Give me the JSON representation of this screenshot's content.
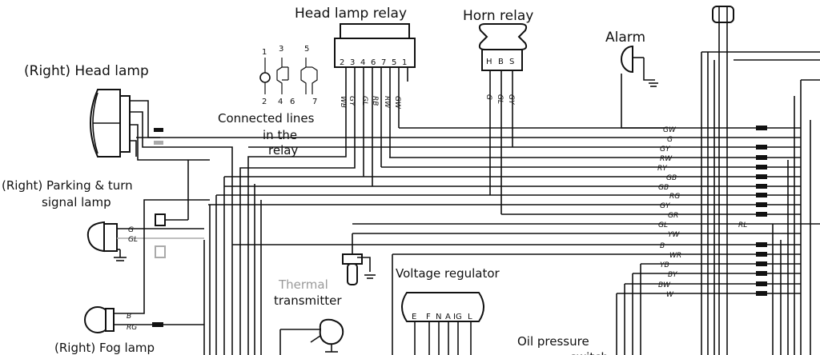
{
  "labels": {
    "head_lamp": "(Right) Head lamp",
    "head_lamp_relay": "Head lamp relay",
    "horn_relay": "Horn relay",
    "alarm": "Alarm",
    "connected_1": "Connected lines",
    "connected_2": "in the",
    "connected_3": "relay",
    "parking_1": "(Right) Parking & turn",
    "parking_2": "signal lamp",
    "thermal_1": "Thermal",
    "thermal_2": "transmitter",
    "voltage_regulator": "Voltage regulator",
    "fog_lamp": "(Right) Fog lamp",
    "oil_1": "Oil pressure",
    "oil_2": "switch"
  },
  "relay_pins": [
    "2",
    "3",
    "4",
    "6",
    "7",
    "5",
    "1"
  ],
  "relay_wire_codes": [
    "WB",
    "GY",
    "GL",
    "RB",
    "RW",
    "GW"
  ],
  "connection_numbers": {
    "top": [
      "1",
      "3",
      "5"
    ],
    "bottom": [
      "2",
      "4",
      "6",
      "7"
    ]
  },
  "horn_pins": [
    "H",
    "B",
    "S"
  ],
  "horn_wire_codes": [
    "G",
    "GL",
    "GY"
  ],
  "regulator_pins": [
    "E",
    "F",
    "N",
    "A",
    "IG",
    "L"
  ],
  "harness_codes": [
    "GW",
    "G",
    "GY",
    "RW",
    "RY",
    "GB",
    "GB",
    "RG",
    "GY",
    "GR",
    "GL",
    "YW",
    "B",
    "WR",
    "YB",
    "BY",
    "BW",
    "W"
  ],
  "harness_extra": "RL",
  "parking_codes": [
    "G",
    "GL"
  ],
  "fog_codes": [
    "B",
    "RG"
  ]
}
